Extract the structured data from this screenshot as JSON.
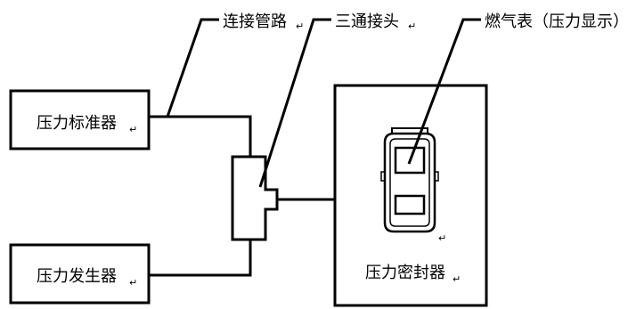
{
  "labels": {
    "pipe": "连接管路",
    "tee": "三通接头",
    "meter": "燃气表（压力显示）",
    "standard": "压力标准器",
    "generator": "压力发生器",
    "sealer": "压力密封器"
  },
  "paragraph_mark": "↵"
}
